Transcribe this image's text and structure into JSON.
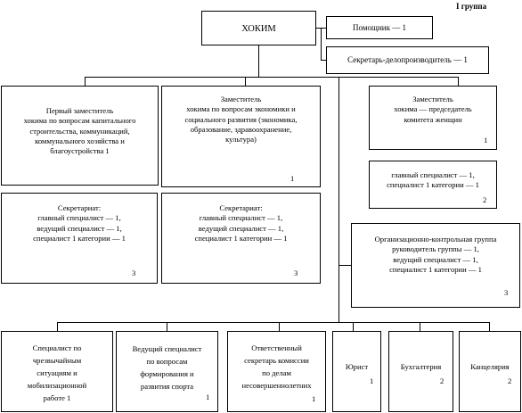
{
  "group_label": "I  группа",
  "hokim": "ХОКИМ",
  "assistant": "Помощник — 1",
  "secretary": "Секретарь-делопроизводитель — 1",
  "first_deputy": {
    "lines": [
      "Первый заместитель",
      "хокима по вопросам капитального",
      "строительства, коммуникаций,",
      "коммунального хозяйства и",
      "благоустройства     1"
    ]
  },
  "deputy_economy": {
    "lines": [
      "Заместитель",
      "хокима по вопросам экономики и",
      "социального развития (экономика,",
      "образование, здравоохранение,",
      "культура)"
    ],
    "count": "1"
  },
  "deputy_women": {
    "lines": [
      "Заместитель",
      "хокима — председатель",
      "комитета женщин"
    ],
    "count": "1"
  },
  "women_staff": {
    "lines": [
      "главный специалист — 1,",
      "специалист 1 категории — 1"
    ],
    "count": "2"
  },
  "secretariat_1": {
    "lines": [
      "Секретариат:",
      "главный специалист — 1,",
      "ведущий специалист — 1,",
      "специалист 1 категории — 1"
    ],
    "count": "3"
  },
  "secretariat_2": {
    "lines": [
      "Секретариат:",
      "главный специалист — 1,",
      "ведущий специалист — 1,",
      "специалист 1 категории — 1"
    ],
    "count": "3"
  },
  "org_control": {
    "lines": [
      "Организационно-контрольная группа",
      "руководитель группы — 1,",
      "ведущий специалист — 1,",
      "специалист 1 категории — 1"
    ],
    "count": "3"
  },
  "emergency": {
    "lines": [
      "Специалист по",
      "чрезвычайным",
      "ситуациям и",
      "мобилизационной",
      "работе  1"
    ]
  },
  "sport": {
    "lines": [
      "Ведущий специалист",
      "по вопросам",
      "формирования и",
      "развития спорта"
    ],
    "count": "1"
  },
  "minors": {
    "lines": [
      "Ответственный",
      "секретарь комиссии",
      "по делам",
      "несовершеннолетних"
    ],
    "count": "1"
  },
  "lawyer": {
    "lines": [
      "Юрист"
    ],
    "count": "1"
  },
  "accounting": {
    "lines": [
      "Бухгалтерия"
    ],
    "count": "2"
  },
  "office": {
    "lines": [
      "Канцелярия"
    ],
    "count": "2"
  }
}
